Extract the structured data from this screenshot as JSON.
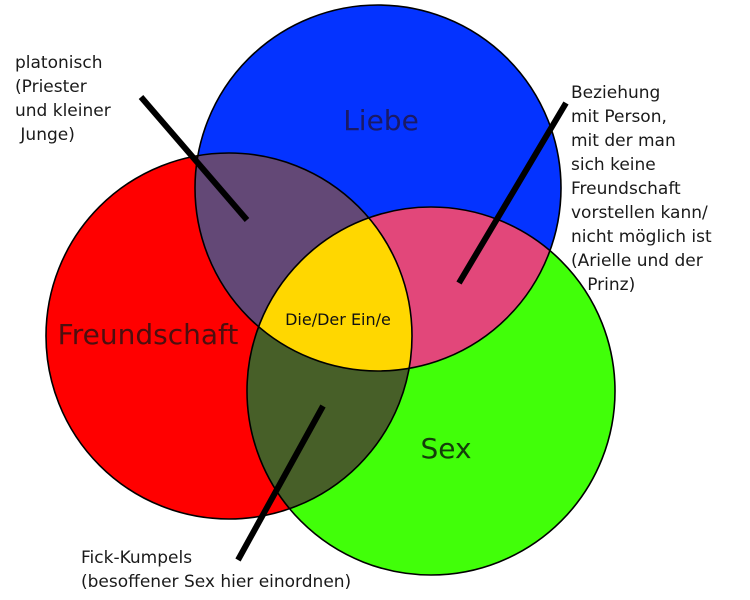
{
  "diagram": {
    "type": "venn",
    "sets": [
      {
        "id": "liebe",
        "label": "Liebe",
        "color": "#0433ff",
        "label_color": "#1a1a66"
      },
      {
        "id": "freundschaft",
        "label": "Freundschaft",
        "color": "#ff0000",
        "label_color": "#4d0f0f"
      },
      {
        "id": "sex",
        "label": "Sex",
        "color": "#41ff09",
        "label_color": "#143d0a"
      }
    ],
    "intersections": {
      "liebe_freundschaft": {
        "color": "#634876"
      },
      "liebe_sex": {
        "color": "#e2477a"
      },
      "freundschaft_sex": {
        "color": "#475f28"
      },
      "all": {
        "color": "#ffd700",
        "label": "Die/Der Ein/e"
      }
    },
    "annotations": {
      "platonisch": [
        "platonisch",
        "(Priester",
        "und kleiner",
        " Junge)"
      ],
      "beziehung": [
        "Beziehung",
        "mit Person,",
        "mit der man",
        "sich keine",
        "Freundschaft",
        "vorstellen kann/",
        "nicht möglich ist",
        "(Arielle und der",
        "   Prinz)"
      ],
      "fick_kumpels": [
        "Fick-Kumpels",
        "(besoffener Sex hier einordnen)"
      ]
    }
  }
}
